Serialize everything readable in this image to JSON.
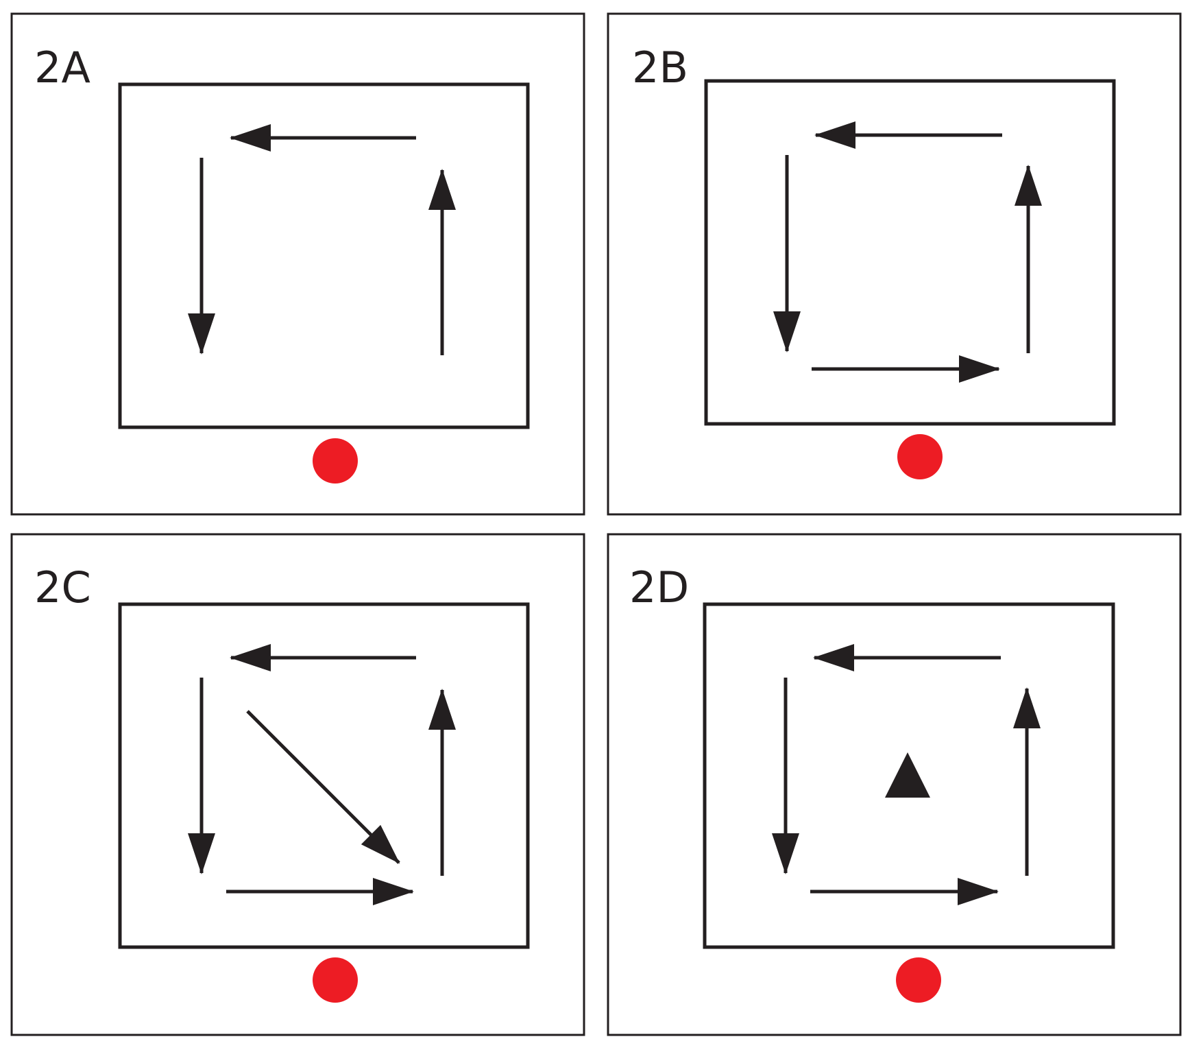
{
  "colors": {
    "stroke": "#231f20",
    "dot": "#ed1c24",
    "background": "#ffffff"
  },
  "panels": [
    {
      "label": "2A",
      "arrows": [
        "arrow-left-top",
        "arrow-down-left",
        "arrow-up-right"
      ],
      "has_dot": true,
      "has_triangle": false
    },
    {
      "label": "2B",
      "arrows": [
        "arrow-left-top",
        "arrow-down-left",
        "arrow-right-bottom",
        "arrow-up-right"
      ],
      "has_dot": true,
      "has_triangle": false
    },
    {
      "label": "2C",
      "arrows": [
        "arrow-left-top",
        "arrow-down-left",
        "arrow-diagonal",
        "arrow-right-bottom",
        "arrow-up-right"
      ],
      "has_dot": true,
      "has_triangle": false
    },
    {
      "label": "2D",
      "arrows": [
        "arrow-left-top",
        "arrow-down-left",
        "arrow-right-bottom",
        "arrow-up-right"
      ],
      "has_dot": true,
      "has_triangle": true
    }
  ]
}
